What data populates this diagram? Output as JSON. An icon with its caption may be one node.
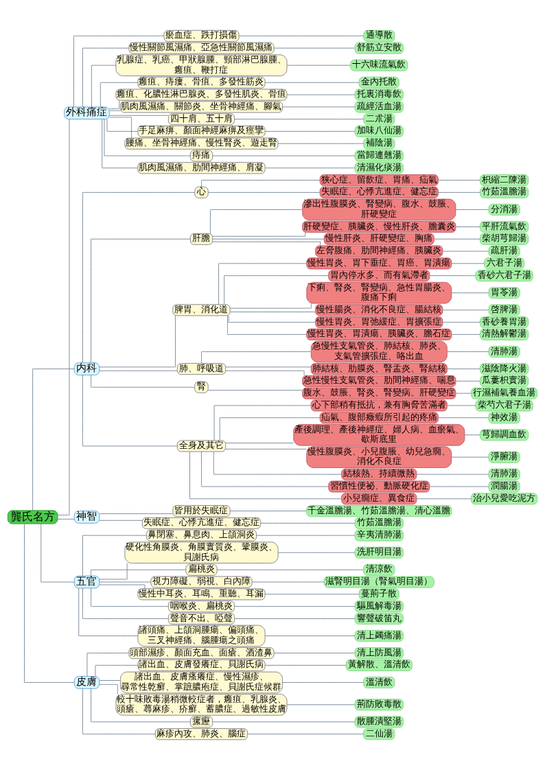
{
  "diagram": {
    "nodes": [
      {
        "text": [
          "龔氏名方"
        ]
      },
      {
        "text": [
          "外科痛症"
        ]
      },
      {
        "text": [
          "瘀血症、跌打損傷"
        ]
      },
      {
        "text": [
          "通導散"
        ]
      },
      {
        "text": [
          "慢性關節風濕痛、亞急性關節風濕痛"
        ]
      },
      {
        "text": [
          "舒筋立安散"
        ]
      },
      {
        "text": [
          "乳腺症、乳癌、甲狀腺腫、頸部淋巴腺腫、癰疽、鞭打症"
        ]
      },
      {
        "text": [
          "十六味流氣飲"
        ]
      },
      {
        "text": [
          "癰疽、痔瘻、骨疽、多發性筋炎"
        ]
      },
      {
        "text": [
          "金內托散"
        ]
      },
      {
        "text": [
          "癰疽、化膿性淋巴腺炎、多發性肌炎、骨疽"
        ]
      },
      {
        "text": [
          "托裏消毒飲"
        ]
      },
      {
        "text": [
          "肌肉風濕痛、關節炎、坐骨神經痛、腳氣"
        ]
      },
      {
        "text": [
          "疏經活血湯"
        ]
      },
      {
        "text": [
          "四十肩、五十肩"
        ]
      },
      {
        "text": [
          "二朮湯"
        ]
      },
      {
        "text": [
          "手足麻痹、顏面神經麻痹及痙攣"
        ]
      },
      {
        "text": [
          "加味八仙湯"
        ]
      },
      {
        "text": [
          "腰痛、坐骨神經痛、慢性腎炎、遊走腎"
        ]
      },
      {
        "text": [
          "補陰湯"
        ]
      },
      {
        "text": [
          "痔痛"
        ]
      },
      {
        "text": [
          "當歸連翹湯"
        ]
      },
      {
        "text": [
          "肌肉風濕痛、肋間神經痛、肩凝"
        ]
      },
      {
        "text": [
          "清濕化痰湯"
        ]
      },
      {
        "text": [
          "内科"
        ]
      },
      {
        "text": [
          "心"
        ]
      },
      {
        "text": [
          "狭心症、留飲症、胃痛、疝氣"
        ]
      },
      {
        "text": [
          "枳縮二陳湯"
        ]
      },
      {
        "text": [
          "失眠症、心悸亢進症、健忘症"
        ]
      },
      {
        "text": [
          "竹茹溫膽湯"
        ]
      },
      {
        "text": [
          "肝膽"
        ]
      },
      {
        "text": [
          "滲出性腹膜炎、腎變病、腹水、鼓脹、肝硬變症"
        ]
      },
      {
        "text": [
          "分消湯"
        ]
      },
      {
        "text": [
          "肝硬變症、胰臟炎、慢性肝炎、膽囊炎"
        ]
      },
      {
        "text": [
          "平肝流氣飲"
        ]
      },
      {
        "text": [
          "慢性肝炎、肝硬變症、胸痛"
        ]
      },
      {
        "text": [
          "柴胡芎歸湯"
        ]
      },
      {
        "text": [
          "左脅腹痛、肋間神經痛、胰臟炎"
        ]
      },
      {
        "text": [
          "疏肝湯"
        ]
      },
      {
        "text": [
          "脾胃、消化道"
        ]
      },
      {
        "text": [
          "慢性胃炎、胃下垂症、胃癌、胃潰瘍"
        ]
      },
      {
        "text": [
          "六君子湯"
        ]
      },
      {
        "text": [
          "胃內停水多、而有氣滯者"
        ]
      },
      {
        "text": [
          "香砂六君子湯"
        ]
      },
      {
        "text": [
          "下痢、腎炎、腎變病、急性胃腸炎、腹痛下痢"
        ]
      },
      {
        "text": [
          "胃苓湯"
        ]
      },
      {
        "text": [
          "慢性腸炎、消化不良症、腸結核"
        ]
      },
      {
        "text": [
          "啓脾湯"
        ]
      },
      {
        "text": [
          "慢性胃炎、胃弛緩症、胃擴張症"
        ]
      },
      {
        "text": [
          "香砂養胃湯"
        ]
      },
      {
        "text": [
          "慢性胃炎、胃潰瘍、胰臟炎、膽石症"
        ]
      },
      {
        "text": [
          "清熱解鬱湯"
        ]
      },
      {
        "text": [
          "肺、呼吸道"
        ]
      },
      {
        "text": [
          "急慢性支氣管炎、肺結核、肺炎、支氣管擴張症、咯出血"
        ]
      },
      {
        "text": [
          "清肺湯"
        ]
      },
      {
        "text": [
          "肺結核、肋膜炎、腎盂炎、腎結核"
        ]
      },
      {
        "text": [
          "滋陰降火湯"
        ]
      },
      {
        "text": [
          "急性慢性支氣管炎、肋間神經痛、喘息"
        ]
      },
      {
        "text": [
          "瓜蔞枳實湯"
        ]
      },
      {
        "text": [
          "腎"
        ]
      },
      {
        "text": [
          "腹水、鼓脹、腎炎、腎變病、肝硬變症"
        ]
      },
      {
        "text": [
          "行濕補氣養血湯"
        ]
      },
      {
        "text": [
          "全身及其它"
        ]
      },
      {
        "text": [
          "心下部稍有抵抗，兼有胸脅苦滿者"
        ]
      },
      {
        "text": [
          "柴芍六君子湯"
        ]
      },
      {
        "text": [
          "疝氣、腹部癥瘕所引起的疼痛"
        ]
      },
      {
        "text": [
          "神效湯"
        ]
      },
      {
        "text": [
          "產後調理、產後神經症、婦人病、血瘀氣、歇斯底里"
        ]
      },
      {
        "text": [
          "芎歸調血飲"
        ]
      },
      {
        "text": [
          "慢性腹膜炎、小兒腹脹、幼兒急癇、消化不良症"
        ]
      },
      {
        "text": [
          "淨腑湯"
        ]
      },
      {
        "text": [
          "結核熱、持續微熱"
        ]
      },
      {
        "text": [
          "清肺湯"
        ]
      },
      {
        "text": [
          "習慣性便祕、動脈硬化症"
        ]
      },
      {
        "text": [
          "潤腸湯"
        ]
      },
      {
        "text": [
          "小兒癇症、異食症"
        ]
      },
      {
        "text": [
          "治小兒愛吃泥方"
        ]
      },
      {
        "text": [
          "神智"
        ]
      },
      {
        "text": [
          "皆用於失眠症"
        ]
      },
      {
        "text": [
          "千金溫膽湯、竹茹溫膽湯、清心溫膽"
        ]
      },
      {
        "text": [
          "失眠症、心悸亢進症、健忘症"
        ]
      },
      {
        "text": [
          "竹茹溫膽湯"
        ]
      },
      {
        "text": [
          "五官"
        ]
      },
      {
        "text": [
          "鼻閉塞、鼻息肉、上頜洞炎"
        ]
      },
      {
        "text": [
          "辛夷清肺湯"
        ]
      },
      {
        "text": [
          "硬化性角膜炎、角膜實質炎、鞏膜炎、貝謝氏病"
        ]
      },
      {
        "text": [
          "洗肝明目湯"
        ]
      },
      {
        "text": [
          "扁桃炎"
        ]
      },
      {
        "text": [
          "清涼飲"
        ]
      },
      {
        "text": [
          "視力障礙、弱視、白內障"
        ]
      },
      {
        "text": [
          "滋腎明目湯（腎氣明目湯）"
        ]
      },
      {
        "text": [
          "慢性中耳炎、耳鳴、重聽、耳漏"
        ]
      },
      {
        "text": [
          "蔓荊子散"
        ]
      },
      {
        "text": [
          "咽喉炎、扁桃炎"
        ]
      },
      {
        "text": [
          "驅風解毒湯"
        ]
      },
      {
        "text": [
          "聲音不出、啞聲"
        ]
      },
      {
        "text": [
          "響聲破笛丸"
        ]
      },
      {
        "text": [
          "諸頭痛、上頜洞腫瘍、偏頭痛、三叉神經痛、腦腫瘍之頭痛"
        ]
      },
      {
        "text": [
          "清上蠲痛湯"
        ]
      },
      {
        "text": [
          "皮膚"
        ]
      },
      {
        "text": [
          "頭部濕疹、顏面充血、面瘡、酒渣鼻"
        ]
      },
      {
        "text": [
          "清上防風湯"
        ]
      },
      {
        "text": [
          "諸出血、皮膚發癢症、貝謝氏病"
        ]
      },
      {
        "text": [
          "黃解散、溫清飲"
        ]
      },
      {
        "text": [
          "諸出血、皮膚瘙癢症、慢性濕疹、尋常性乾癬、掌蹠膿疱症、貝謝氏症候群"
        ]
      },
      {
        "text": [
          "溫清飲"
        ]
      },
      {
        "text": [
          "較十味敗毒湯稍微較症者，癰疽、乳腺炎、頭瘡、蕁麻疹、疥癬、蓄膿症、過敏性皮膚"
        ]
      },
      {
        "text": [
          "荊防敗毒散"
        ]
      },
      {
        "text": [
          "瘰癧"
        ]
      },
      {
        "text": [
          "散腫潰堅湯"
        ]
      },
      {
        "text": [
          "麻疹內攻、肺炎、腦症"
        ]
      },
      {
        "text": [
          "二仙湯"
        ]
      }
    ],
    "edges": [
      {
        "from": 0,
        "to": 1,
        "arrow": "none"
      },
      {
        "from": 1,
        "to": 2,
        "arrow": "none"
      },
      {
        "from": 2,
        "to": 3,
        "arrow": "none"
      },
      {
        "from": 1,
        "to": 4,
        "arrow": "none"
      },
      {
        "from": 4,
        "to": 5,
        "arrow": "none"
      },
      {
        "from": 1,
        "to": 6,
        "arrow": "none"
      },
      {
        "from": 6,
        "to": 7,
        "arrow": "none"
      },
      {
        "from": 1,
        "to": 8,
        "arrow": "none"
      },
      {
        "from": 8,
        "to": 9,
        "arrow": "none"
      },
      {
        "from": 1,
        "to": 10,
        "arrow": "none"
      },
      {
        "from": 10,
        "to": 11,
        "arrow": "none"
      },
      {
        "from": 1,
        "to": 12,
        "arrow": "none"
      },
      {
        "from": 12,
        "to": 13,
        "arrow": "none"
      },
      {
        "from": 1,
        "to": 14,
        "arrow": "none"
      },
      {
        "from": 14,
        "to": 15,
        "arrow": "none"
      },
      {
        "from": 1,
        "to": 16,
        "arrow": "none"
      },
      {
        "from": 16,
        "to": 17,
        "arrow": "none"
      },
      {
        "from": 1,
        "to": 18,
        "arrow": "none"
      },
      {
        "from": 18,
        "to": 19,
        "arrow": "none"
      },
      {
        "from": 1,
        "to": 20,
        "arrow": "none"
      },
      {
        "from": 20,
        "to": 21,
        "arrow": "none"
      },
      {
        "from": 1,
        "to": 22,
        "arrow": "none"
      },
      {
        "from": 22,
        "to": 23,
        "arrow": "none"
      },
      {
        "from": 0,
        "to": 24,
        "arrow": "none"
      },
      {
        "from": 24,
        "to": 25,
        "arrow": "none"
      },
      {
        "from": 25,
        "to": 26,
        "arrow": "none"
      },
      {
        "from": 26,
        "to": 27,
        "arrow": "none"
      },
      {
        "from": 25,
        "to": 28,
        "arrow": "none"
      },
      {
        "from": 28,
        "to": 29,
        "arrow": "none"
      },
      {
        "from": 24,
        "to": 30,
        "arrow": "none"
      },
      {
        "from": 30,
        "to": 31,
        "arrow": "none"
      },
      {
        "from": 31,
        "to": 32,
        "arrow": "none"
      },
      {
        "from": 30,
        "to": 33,
        "arrow": "none"
      },
      {
        "from": 33,
        "to": 34,
        "arrow": "none"
      },
      {
        "from": 30,
        "to": 35,
        "arrow": "none"
      },
      {
        "from": 35,
        "to": 36,
        "arrow": "none"
      },
      {
        "from": 30,
        "to": 37,
        "arrow": "none"
      },
      {
        "from": 37,
        "to": 38,
        "arrow": "none"
      },
      {
        "from": 24,
        "to": 39,
        "arrow": "none"
      },
      {
        "from": 39,
        "to": 40,
        "arrow": "none"
      },
      {
        "from": 40,
        "to": 41,
        "arrow": "none"
      },
      {
        "from": 39,
        "to": 42,
        "arrow": "none"
      },
      {
        "from": 42,
        "to": 43,
        "arrow": "none"
      },
      {
        "from": 39,
        "to": 44,
        "arrow": "none"
      },
      {
        "from": 44,
        "to": 45,
        "arrow": "none"
      },
      {
        "from": 39,
        "to": 46,
        "arrow": "none"
      },
      {
        "from": 46,
        "to": 47,
        "arrow": "none"
      },
      {
        "from": 39,
        "to": 48,
        "arrow": "none"
      },
      {
        "from": 48,
        "to": 49,
        "arrow": "none"
      },
      {
        "from": 39,
        "to": 50,
        "arrow": "none"
      },
      {
        "from": 50,
        "to": 51,
        "arrow": "none"
      },
      {
        "from": 24,
        "to": 52,
        "arrow": "none"
      },
      {
        "from": 52,
        "to": 53,
        "arrow": "none"
      },
      {
        "from": 53,
        "to": 54,
        "arrow": "none"
      },
      {
        "from": 52,
        "to": 55,
        "arrow": "none"
      },
      {
        "from": 55,
        "to": 56,
        "arrow": "none"
      },
      {
        "from": 52,
        "to": 57,
        "arrow": "none"
      },
      {
        "from": 57,
        "to": 58,
        "arrow": "none"
      },
      {
        "from": 24,
        "to": 59,
        "arrow": "none"
      },
      {
        "from": 59,
        "to": 60,
        "arrow": "none"
      },
      {
        "from": 60,
        "to": 61,
        "arrow": "none"
      },
      {
        "from": 24,
        "to": 62,
        "arrow": "none"
      },
      {
        "from": 62,
        "to": 63,
        "arrow": "none"
      },
      {
        "from": 63,
        "to": 64,
        "arrow": "none"
      },
      {
        "from": 62,
        "to": 65,
        "arrow": "none"
      },
      {
        "from": 65,
        "to": 66,
        "arrow": "none"
      },
      {
        "from": 62,
        "to": 67,
        "arrow": "none"
      },
      {
        "from": 67,
        "to": 68,
        "arrow": "none"
      },
      {
        "from": 62,
        "to": 69,
        "arrow": "none"
      },
      {
        "from": 69,
        "to": 70,
        "arrow": "none"
      },
      {
        "from": 62,
        "to": 71,
        "arrow": "none"
      },
      {
        "from": 71,
        "to": 72,
        "arrow": "none"
      },
      {
        "from": 62,
        "to": 73,
        "arrow": "none"
      },
      {
        "from": 73,
        "to": 74,
        "arrow": "none"
      },
      {
        "from": 62,
        "to": 75,
        "arrow": "none"
      },
      {
        "from": 75,
        "to": 76,
        "arrow": "none"
      },
      {
        "from": 0,
        "to": 77,
        "arrow": "none"
      },
      {
        "from": 77,
        "to": 78,
        "arrow": "none"
      },
      {
        "from": 78,
        "to": 79,
        "arrow": "none"
      },
      {
        "from": 77,
        "to": 80,
        "arrow": "none"
      },
      {
        "from": 80,
        "to": 81,
        "arrow": "none"
      },
      {
        "from": 0,
        "to": 82,
        "arrow": "none"
      },
      {
        "from": 82,
        "to": 83,
        "arrow": "none"
      },
      {
        "from": 83,
        "to": 84,
        "arrow": "none"
      },
      {
        "from": 82,
        "to": 85,
        "arrow": "none"
      },
      {
        "from": 85,
        "to": 86,
        "arrow": "none"
      },
      {
        "from": 82,
        "to": 87,
        "arrow": "none"
      },
      {
        "from": 87,
        "to": 88,
        "arrow": "none"
      },
      {
        "from": 82,
        "to": 89,
        "arrow": "none"
      },
      {
        "from": 89,
        "to": 90,
        "arrow": "none"
      },
      {
        "from": 82,
        "to": 91,
        "arrow": "none"
      },
      {
        "from": 91,
        "to": 92,
        "arrow": "none"
      },
      {
        "from": 82,
        "to": 93,
        "arrow": "none"
      },
      {
        "from": 93,
        "to": 94,
        "arrow": "none"
      },
      {
        "from": 82,
        "to": 95,
        "arrow": "none"
      },
      {
        "from": 95,
        "to": 96,
        "arrow": "none"
      },
      {
        "from": 82,
        "to": 97,
        "arrow": "none"
      },
      {
        "from": 97,
        "to": 98,
        "arrow": "none"
      },
      {
        "from": 0,
        "to": 99,
        "arrow": "none"
      },
      {
        "from": 99,
        "to": 100,
        "arrow": "none"
      },
      {
        "from": 100,
        "to": 101,
        "arrow": "none"
      },
      {
        "from": 99,
        "to": 102,
        "arrow": "none"
      },
      {
        "from": 102,
        "to": 103,
        "arrow": "none"
      },
      {
        "from": 99,
        "to": 104,
        "arrow": "none"
      },
      {
        "from": 104,
        "to": 105,
        "arrow": "none"
      },
      {
        "from": 99,
        "to": 106,
        "arrow": "none"
      },
      {
        "from": 106,
        "to": 107,
        "arrow": "none"
      },
      {
        "from": 99,
        "to": 108,
        "arrow": "none"
      },
      {
        "from": 108,
        "to": 109,
        "arrow": "none"
      },
      {
        "from": 99,
        "to": 110,
        "arrow": "none"
      },
      {
        "from": 110,
        "to": 111,
        "arrow": "none"
      }
    ]
  }
}
